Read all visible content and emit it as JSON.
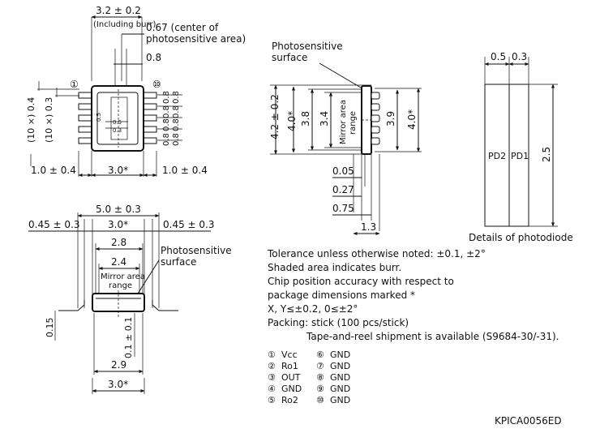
{
  "top_view": {
    "width_dim": "3.2 ± 0.2",
    "including_burr": "(Including burr)",
    "center_note_line1": "0.67 (center of",
    "center_note_line2": "photosensitive area)",
    "pin_gap_dim": "0.8",
    "pin1_mark": "①",
    "pin10_mark": "⑩",
    "pitch_0_4": "(10 ×) 0.4",
    "pitch_0_3": "(10 ×) 0.3",
    "right_pitch": [
      "0.8",
      "0.8",
      "0.8",
      "0.8",
      "0.8",
      "0.8",
      "0.8",
      "0.8"
    ],
    "inner_dims": [
      "0.5",
      "0.5",
      "0.3"
    ],
    "left_dim": "1.0 ± 0.4",
    "body_dim": "3.0*",
    "right_dim": "1.0 ± 0.4"
  },
  "front_view": {
    "overall_dim": "5.0 ± 0.3",
    "left_dim": "0.45 ± 0.3",
    "body_dim": "3.0*",
    "right_dim": "0.45 ± 0.3",
    "dim_2_8": "2.8",
    "dim_2_4": "2.4",
    "mirror_label_1": "Mirror area",
    "mirror_label_2": "range",
    "photo_label_1": "Photosensitive",
    "photo_label_2": "surface",
    "lead_thickness": "0.15",
    "height_dim": "0.1 ± 0.1",
    "bottom_dim": "2.9",
    "bottom_dim2": "3.0*"
  },
  "side_view": {
    "photo_label_1": "Photosensitive",
    "photo_label_2": "surface",
    "overall_height": "4.2 ± 0.2",
    "dim_4_0_left": "4.0*",
    "dim_3_8": "3.8",
    "dim_3_4": "3.4",
    "mirror_label_1": "Mirror area",
    "mirror_label_2": "range",
    "dim_3_9": "3.9",
    "dim_4_0_right": "4.0*",
    "dim_0_05": "0.05",
    "dim_0_27": "0.27",
    "dim_0_75": "0.75",
    "dim_1_3": "1.3"
  },
  "photodiode": {
    "dim_0_5": "0.5",
    "dim_0_3": "0.3",
    "pd2": "PD2",
    "pd1": "PD1",
    "height": "2.5",
    "caption": "Details of photodiode"
  },
  "notes": [
    "Tolerance unless otherwise noted: ±0.1, ±2°",
    "Shaded area indicates burr.",
    "Chip position accuracy with respect to",
    "package dimensions marked *",
    "X, Y≤±0.2, 0≤±2°",
    "Packing: stick (100 pcs/stick)",
    "Tape-and-reel shipment is available (S9684-30/-31)."
  ],
  "pins_left": [
    {
      "num": "①",
      "name": "Vcc"
    },
    {
      "num": "②",
      "name": "Ro1"
    },
    {
      "num": "③",
      "name": "OUT"
    },
    {
      "num": "④",
      "name": "GND"
    },
    {
      "num": "⑤",
      "name": "Ro2"
    }
  ],
  "pins_right": [
    {
      "num": "⑥",
      "name": "GND"
    },
    {
      "num": "⑦",
      "name": "GND"
    },
    {
      "num": "⑧",
      "name": "GND"
    },
    {
      "num": "⑨",
      "name": "GND"
    },
    {
      "num": "⑩",
      "name": "GND"
    }
  ],
  "code": "KPICA0056ED"
}
